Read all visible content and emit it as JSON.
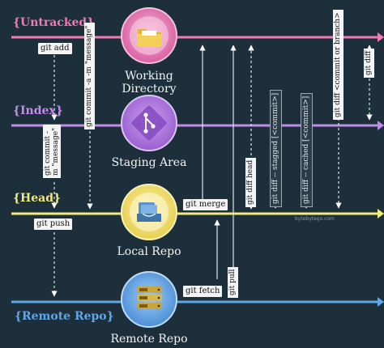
{
  "lanes": {
    "untracked": "{Untracked}",
    "index": "{Index}",
    "head": "{Head}",
    "remote": "{Remote Repo}"
  },
  "nodes": {
    "working": "Working Directory",
    "staging": "Staging Area",
    "local": "Local Repo",
    "remote": "Remote Repo"
  },
  "commands": {
    "git_add": "git add",
    "git_commit_a": "git commit -a -m \"message\"",
    "git_commit_m": "git commit -m \"message\"",
    "git_push": "git push",
    "git_merge": "git merge",
    "git_fetch": "git fetch",
    "git_pull": "git pull",
    "git_diff_head": "git diff head",
    "git_diff_staged": "git diff -- stagged [<commit>]",
    "git_diff_cached": "git diff -- cached [<commit>]",
    "git_diff_commit_branch": "git diff <commit or branch>",
    "git_diff": "git diff"
  },
  "watermark": "bytebytego.com",
  "colors": {
    "untracked": "#f07ab2",
    "index": "#c08ee6",
    "head": "#f2ea7a",
    "remote": "#5ea7ea",
    "background": "#1c2f3b"
  }
}
